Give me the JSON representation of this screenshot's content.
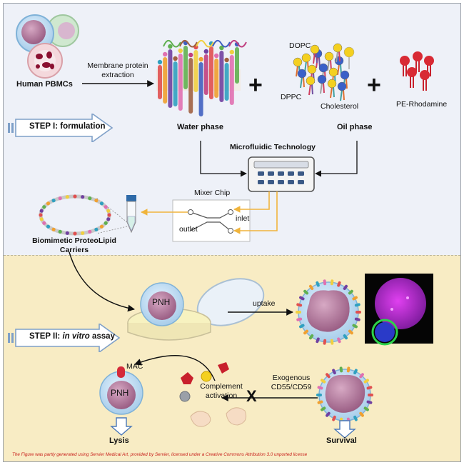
{
  "labels": {
    "human_pbmcs": "Human PBMCs",
    "membrane_extraction_l1": "Membrane protein",
    "membrane_extraction_l2": "extraction",
    "dopc": "DOPC",
    "dppc": "DPPC",
    "cholesterol": "Cholesterol",
    "pe_rhodamine": "PE-Rhodamine",
    "water_phase": "Water phase",
    "oil_phase": "Oil phase",
    "microfluidic": "Microfluidic Technology",
    "mixer_chip": "Mixer Chip",
    "inlet": "inlet",
    "outlet": "outlet",
    "carriers_l1": "Biomimetic ProteoLipid",
    "carriers_l2": "Carriers",
    "pnh_dish": "PNH",
    "uptake": "uptake",
    "mac": "MAC",
    "pnh_lysis": "PNH",
    "complement_l1": "Complement",
    "complement_l2": "activation",
    "exogenous_l1": "Exogenous",
    "exogenous_l2": "CD55/CD59",
    "lysis": "Lysis",
    "survival": "Survival",
    "x_mark": "X",
    "plus": "+"
  },
  "steps": {
    "step1": "STEP I: formulation",
    "step2_prefix": "STEP II: ",
    "step2_italic": "in vitro",
    "step2_suffix": " assay"
  },
  "credit": "The Figure was partly generated using Servier Medical Art, provided by Servier, licensed under a Creative Commons Attribution 3.0 unported license",
  "colors": {
    "upper_bg": "#eef1f8",
    "lower_bg": "#f8ecc4",
    "flow_arrow": "#f0b43c",
    "step_arrow_border": "#7fa0c8",
    "cell_membrane": "#b8d8f0",
    "nucleus": "#b4789c",
    "credit_text": "#c8201c"
  }
}
